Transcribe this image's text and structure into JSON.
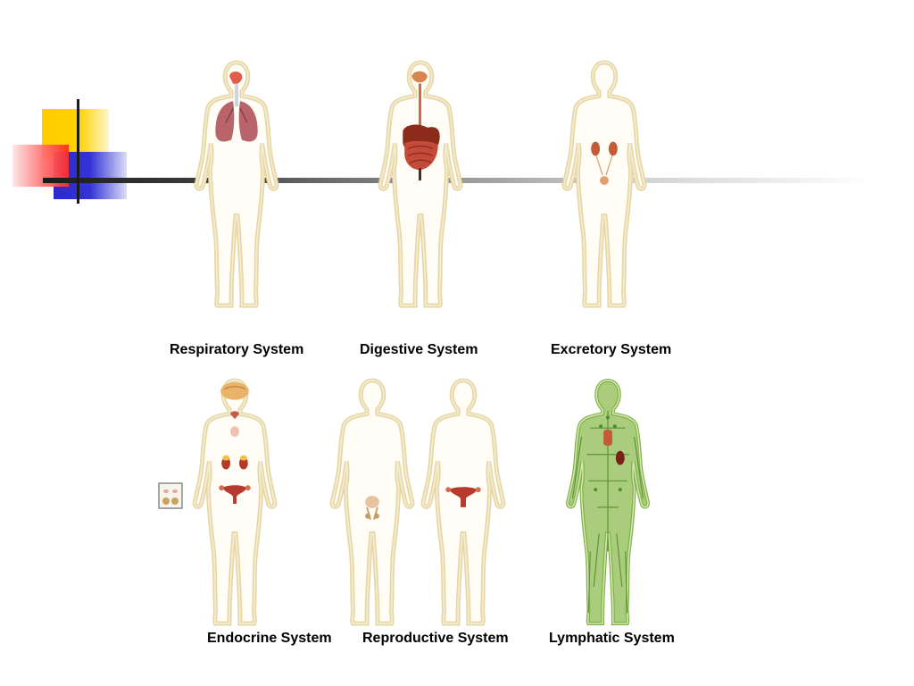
{
  "systems": [
    {
      "label": "Respiratory System"
    },
    {
      "label": "Digestive System"
    },
    {
      "label": "Excretory System"
    },
    {
      "label": "Endocrine System"
    },
    {
      "label": "Reproductive System"
    },
    {
      "label": "Lymphatic System"
    }
  ],
  "colors": {
    "body_outline": "#e8d9a8",
    "accent_yellow": "#ffcc00",
    "accent_blue": "#2a2acc",
    "accent_red": "#ff2b2b",
    "lymph_green": "#7fb24a",
    "organ_red": "#b33a2a"
  }
}
